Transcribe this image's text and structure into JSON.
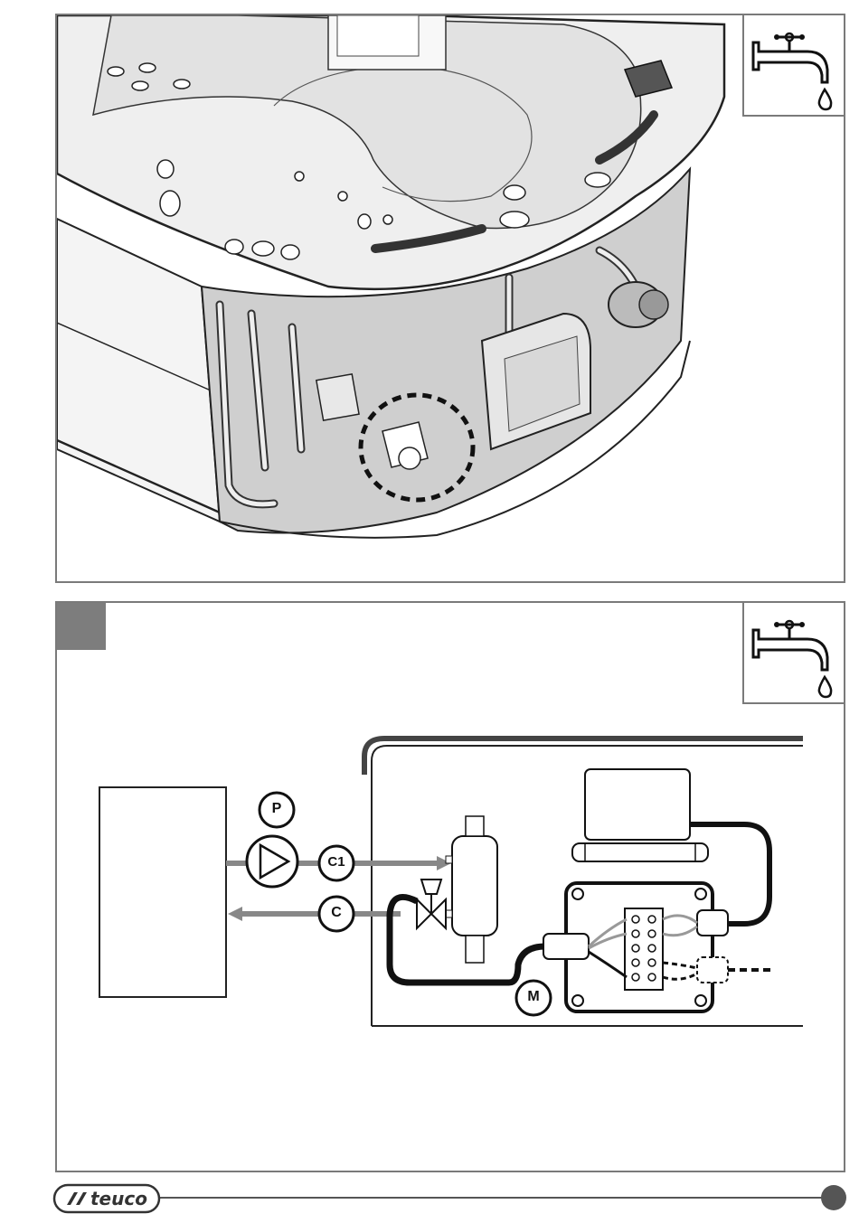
{
  "figure1": {
    "label": ""
  },
  "figure2": {
    "labels": {
      "pump": "P",
      "circuit_c1": "C1",
      "circuit_c": "C",
      "module": "M"
    }
  },
  "icons": {
    "tap": "water-tap-icon",
    "logo": "teuco-logo"
  },
  "footer": {
    "brand": "teuco",
    "page_number": ""
  }
}
